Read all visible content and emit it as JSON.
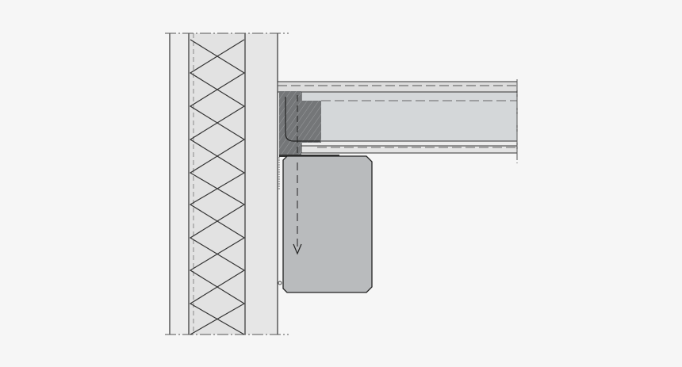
{
  "drawing": {
    "colors": {
      "background": "#f6f6f6",
      "wall_layer": "#e6e6e6",
      "insulation": "#e2e2e2",
      "slab_panel": "#d4d7d9",
      "hatched_block": "#767879",
      "box": "#b9bbbd",
      "line": "#333333"
    },
    "icons": [
      "wall-section",
      "insulation-zigzag",
      "floor-slab",
      "hatched-joint",
      "bracket-box",
      "arrow-down-icon"
    ]
  }
}
